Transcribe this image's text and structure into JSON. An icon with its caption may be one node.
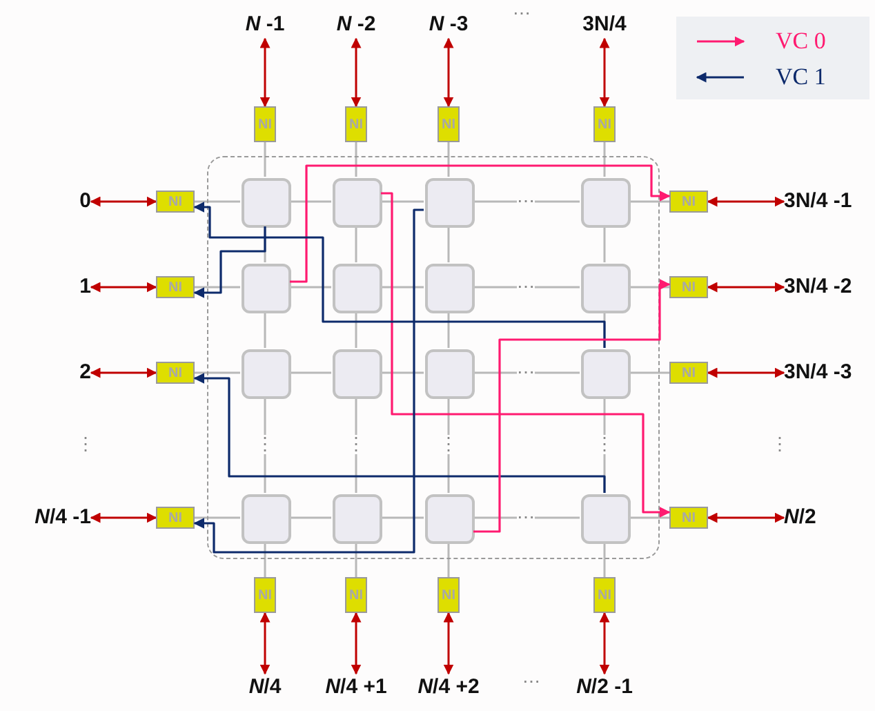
{
  "diagram": {
    "nodes": [
      {
        "text": [],
        "shape": "box"
      },
      {
        "text": [
          "*N* -1"
        ]
      },
      {
        "text": [
          "*N* -2"
        ]
      },
      {
        "text": [
          "*N* -3"
        ]
      },
      {
        "text": [
          "3N/4"
        ]
      },
      {
        "text": [
          "NI"
        ]
      },
      {
        "text": [
          "NI"
        ]
      },
      {
        "text": [
          "NI"
        ]
      },
      {
        "text": [
          "NI"
        ]
      },
      {
        "text": [
          "0"
        ]
      },
      {
        "text": [
          "1"
        ]
      },
      {
        "text": [
          "2"
        ]
      },
      {
        "text": [
          "*N*/4 -1"
        ]
      },
      {
        "text": [
          "NI"
        ]
      },
      {
        "text": [
          "NI"
        ]
      },
      {
        "text": [
          "NI"
        ]
      },
      {
        "text": [
          "NI"
        ]
      },
      {
        "text": [],
        "shape": "box",
        "in": 0
      },
      {
        "text": [],
        "shape": "box",
        "in": 0
      },
      {
        "text": [],
        "shape": "box",
        "in": 0
      },
      {
        "text": [],
        "shape": "box",
        "in": 0
      },
      {
        "text": [],
        "shape": "box",
        "in": 0
      },
      {
        "text": [],
        "shape": "box",
        "in": 0
      },
      {
        "text": [],
        "shape": "box",
        "in": 0
      },
      {
        "text": [],
        "shape": "box",
        "in": 0
      },
      {
        "text": [],
        "shape": "box",
        "in": 0
      },
      {
        "text": [],
        "shape": "box",
        "in": 0
      },
      {
        "text": [],
        "shape": "box",
        "in": 0
      },
      {
        "text": [],
        "shape": "box",
        "in": 0
      },
      {
        "text": [],
        "shape": "box",
        "in": 0
      },
      {
        "text": [],
        "shape": "box",
        "in": 0
      },
      {
        "text": [],
        "shape": "box",
        "in": 0
      },
      {
        "text": [],
        "shape": "box",
        "in": 0
      },
      {
        "text": [
          "NI"
        ]
      },
      {
        "text": [
          "NI"
        ]
      },
      {
        "text": [
          "NI"
        ]
      },
      {
        "text": [
          "NI"
        ]
      },
      {
        "text": [
          "3N/4 -1"
        ]
      },
      {
        "text": [
          "3N/4 -2"
        ]
      },
      {
        "text": [
          "3N/4 -3"
        ]
      },
      {
        "text": [
          "*N*/2"
        ]
      },
      {
        "text": [
          "NI"
        ]
      },
      {
        "text": [
          "NI"
        ]
      },
      {
        "text": [
          "NI"
        ]
      },
      {
        "text": [
          "NI"
        ]
      },
      {
        "text": [
          "*N*/4"
        ]
      },
      {
        "text": [
          "*N*/4 +1"
        ]
      },
      {
        "text": [
          "*N*/4 +2"
        ]
      },
      {
        "text": [
          "*N*/2 -1"
        ]
      }
    ],
    "edges": [
      {
        "from": 1,
        "to": 5,
        "arrow": "both",
        "color": "#c00000"
      },
      {
        "from": 2,
        "to": 6,
        "arrow": "both",
        "color": "#c00000"
      },
      {
        "from": 3,
        "to": 7,
        "arrow": "both",
        "color": "#c00000"
      },
      {
        "from": 4,
        "to": 8,
        "arrow": "both",
        "color": "#c00000"
      },
      {
        "from": 9,
        "to": 13,
        "arrow": "both",
        "color": "#c00000"
      },
      {
        "from": 10,
        "to": 14,
        "arrow": "both",
        "color": "#c00000"
      },
      {
        "from": 11,
        "to": 15,
        "arrow": "both",
        "color": "#c00000"
      },
      {
        "from": 12,
        "to": 16,
        "arrow": "both",
        "color": "#c00000"
      },
      {
        "from": 37,
        "to": 33,
        "arrow": "both",
        "color": "#c00000"
      },
      {
        "from": 38,
        "to": 34,
        "arrow": "both",
        "color": "#c00000"
      },
      {
        "from": 39,
        "to": 35,
        "arrow": "both",
        "color": "#c00000"
      },
      {
        "from": 40,
        "to": 36,
        "arrow": "both",
        "color": "#c00000"
      },
      {
        "from": 45,
        "to": 41,
        "arrow": "both",
        "color": "#c00000"
      },
      {
        "from": 46,
        "to": 42,
        "arrow": "both",
        "color": "#c00000"
      },
      {
        "from": 47,
        "to": 43,
        "arrow": "both",
        "color": "#c00000"
      },
      {
        "from": 48,
        "to": 44,
        "arrow": "both",
        "color": "#c00000"
      },
      {
        "from": 5,
        "to": 17,
        "arrow": "none"
      },
      {
        "from": 6,
        "to": 18,
        "arrow": "none"
      },
      {
        "from": 7,
        "to": 19,
        "arrow": "none"
      },
      {
        "from": 8,
        "to": 20,
        "arrow": "none"
      },
      {
        "from": 13,
        "to": 17,
        "arrow": "none"
      },
      {
        "from": 14,
        "to": 21,
        "arrow": "none"
      },
      {
        "from": 15,
        "to": 25,
        "arrow": "none"
      },
      {
        "from": 16,
        "to": 29,
        "arrow": "none"
      },
      {
        "from": 20,
        "to": 33,
        "arrow": "none"
      },
      {
        "from": 24,
        "to": 34,
        "arrow": "none"
      },
      {
        "from": 28,
        "to": 35,
        "arrow": "none"
      },
      {
        "from": 32,
        "to": 36,
        "arrow": "none"
      },
      {
        "from": 29,
        "to": 41,
        "arrow": "none"
      },
      {
        "from": 30,
        "to": 42,
        "arrow": "none"
      },
      {
        "from": 31,
        "to": 43,
        "arrow": "none"
      },
      {
        "from": 32,
        "to": 44,
        "arrow": "none"
      },
      {
        "from": 17,
        "to": 18,
        "arrow": "none"
      },
      {
        "from": 18,
        "to": 19,
        "arrow": "none"
      },
      {
        "from": 19,
        "to": 20,
        "arrow": "none"
      },
      {
        "from": 21,
        "to": 22,
        "arrow": "none"
      },
      {
        "from": 22,
        "to": 23,
        "arrow": "none"
      },
      {
        "from": 23,
        "to": 24,
        "arrow": "none"
      },
      {
        "from": 25,
        "to": 26,
        "arrow": "none"
      },
      {
        "from": 26,
        "to": 27,
        "arrow": "none"
      },
      {
        "from": 27,
        "to": 28,
        "arrow": "none"
      },
      {
        "from": 29,
        "to": 30,
        "arrow": "none"
      },
      {
        "from": 30,
        "to": 31,
        "arrow": "none"
      },
      {
        "from": 31,
        "to": 32,
        "arrow": "none"
      },
      {
        "from": 17,
        "to": 21,
        "arrow": "none"
      },
      {
        "from": 21,
        "to": 25,
        "arrow": "none"
      },
      {
        "from": 25,
        "to": 29,
        "arrow": "none"
      },
      {
        "from": 18,
        "to": 22,
        "arrow": "none"
      },
      {
        "from": 22,
        "to": 26,
        "arrow": "none"
      },
      {
        "from": 26,
        "to": 30,
        "arrow": "none"
      },
      {
        "from": 19,
        "to": 23,
        "arrow": "none"
      },
      {
        "from": 23,
        "to": 27,
        "arrow": "none"
      },
      {
        "from": 27,
        "to": 31,
        "arrow": "none"
      },
      {
        "from": 20,
        "to": 24,
        "arrow": "none"
      },
      {
        "from": 24,
        "to": 28,
        "arrow": "none"
      },
      {
        "from": 28,
        "to": 32,
        "arrow": "none"
      },
      {
        "from": 18,
        "to": 36,
        "arrow": "to",
        "color": "#ff1a70"
      },
      {
        "from": 17,
        "to": 14,
        "arrow": "to",
        "color": "#0d2a6b"
      },
      {
        "from": 19,
        "to": 16,
        "arrow": "to",
        "color": "#0d2a6b"
      },
      {
        "from": 21,
        "to": 33,
        "arrow": "to",
        "color": "#ff1a70"
      },
      {
        "from": 28,
        "to": 13,
        "arrow": "to",
        "color": "#0d2a6b"
      },
      {
        "from": 32,
        "to": 15,
        "arrow": "to",
        "color": "#0d2a6b"
      },
      {
        "from": 31,
        "to": 34,
        "arrow": "to",
        "color": "#ff1a70"
      }
    ],
    "labels": [
      "⋯",
      "⋯",
      "⋯",
      "⋯",
      "⋮",
      "⋮",
      "⋮",
      "⋮",
      "⋮",
      "⋮",
      "⋯",
      "⋯"
    ],
    "legend": [
      {
        "text": "VC 0"
      },
      {
        "text": "VC 1"
      }
    ]
  }
}
